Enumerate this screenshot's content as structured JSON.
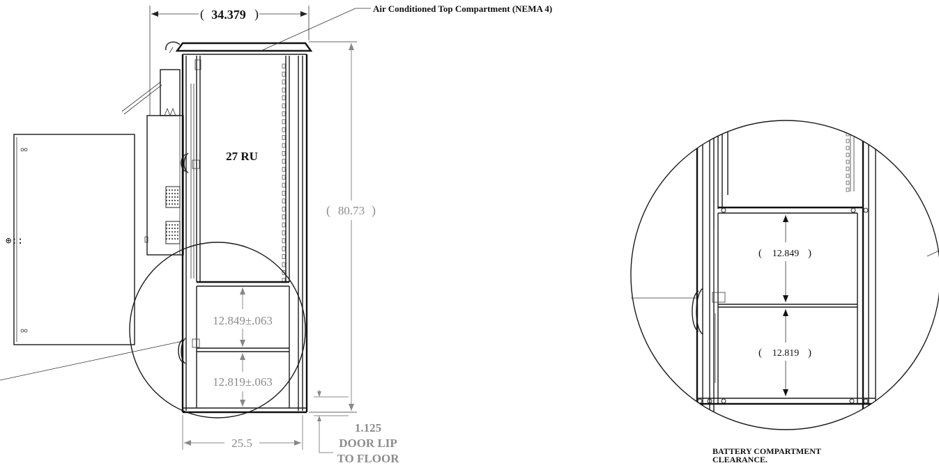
{
  "callouts": {
    "top_compartment": "Air Conditioned Top Compartment (NEMA 4)",
    "rack_units": "27 RU",
    "battery_compartment_line1": "BATTERY COMPARTMENT",
    "battery_compartment_line2": "CLEARANCE."
  },
  "dimensions": {
    "top_width": "34.379",
    "overall_height": "80.73",
    "upper_battery": "12.849±.063",
    "lower_battery": "12.819±.063",
    "base_width": "25.5",
    "door_lip_value": "1.125",
    "door_lip_line1": "DOOR LIP",
    "door_lip_line2": "TO FLOOR",
    "detail_upper": "12.849",
    "detail_lower": "12.819"
  },
  "colors": {
    "ink": "#1a1a1a",
    "dimension": "#8a8a8a"
  }
}
